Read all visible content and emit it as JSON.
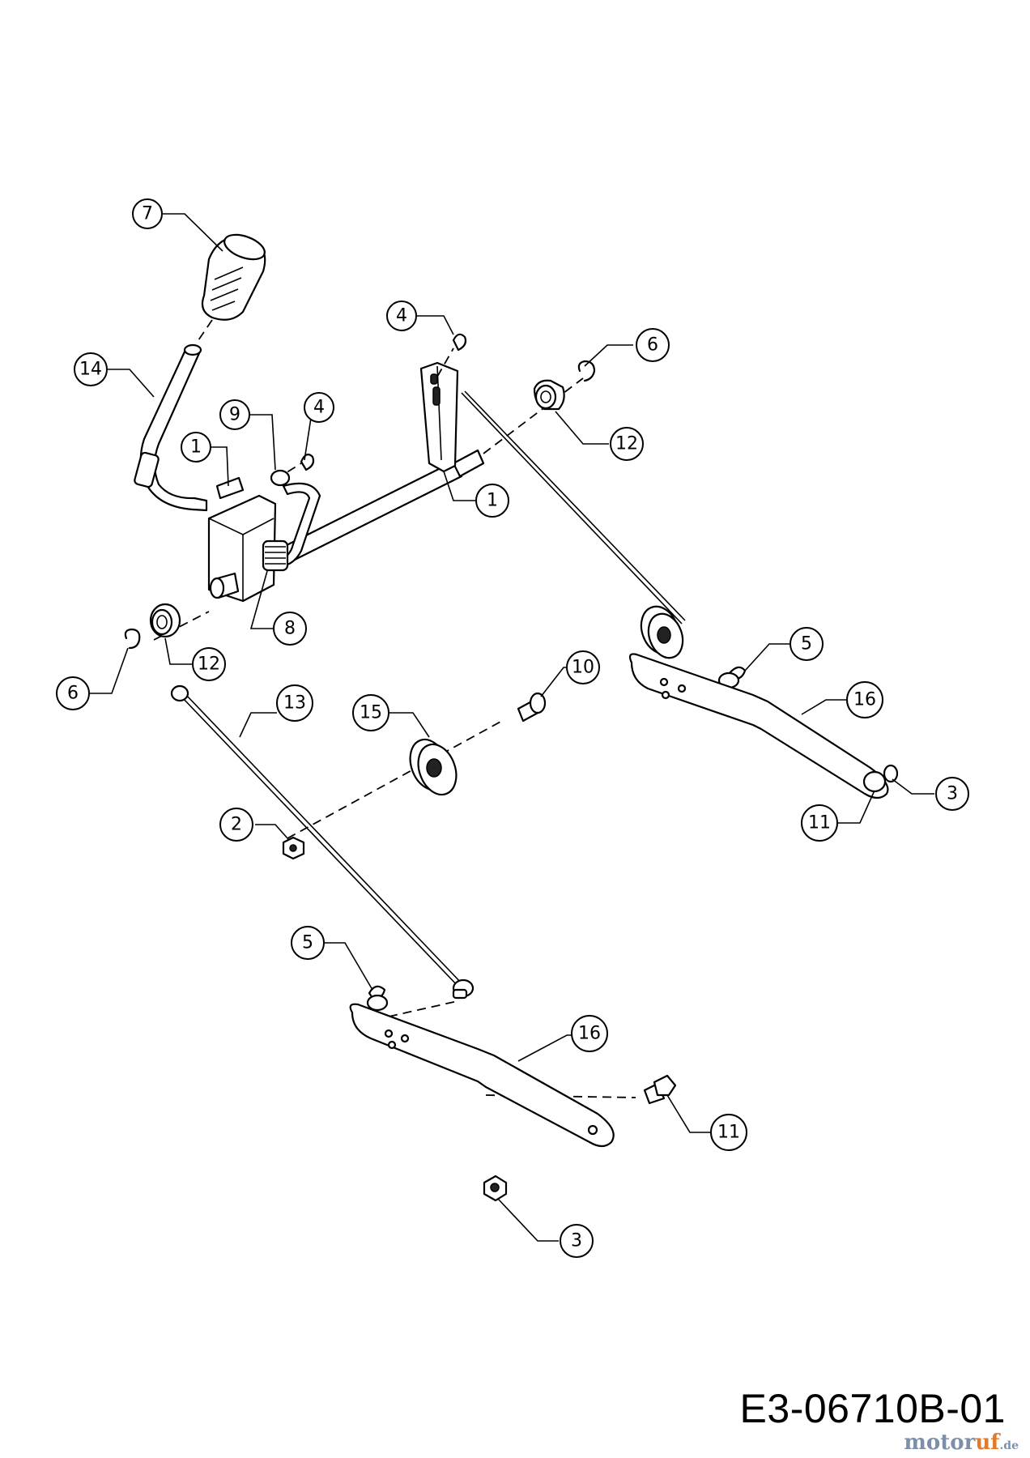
{
  "diagram": {
    "code": "E3-06710B-01",
    "watermark": {
      "part1": "motor",
      "part2": "uf",
      "suffix": ".de"
    }
  },
  "callouts": {
    "c7": "7",
    "c14": "14",
    "c9": "9",
    "c4a": "4",
    "c1a": "1",
    "c4b": "4",
    "c6a": "6",
    "c12a": "12",
    "c1b": "1",
    "c8": "8",
    "c12b": "12",
    "c6b": "6",
    "c13": "13",
    "c15": "15",
    "c10": "10",
    "c5a": "5",
    "c16a": "16",
    "c3a": "3",
    "c11a": "11",
    "c2": "2",
    "c5b": "5",
    "c16b": "16",
    "c11b": "11",
    "c3b": "3"
  },
  "colors": {
    "line": "#000000",
    "background": "#ffffff",
    "watermark_blue": "#7d8fa8",
    "watermark_orange": "#e07a2d"
  }
}
